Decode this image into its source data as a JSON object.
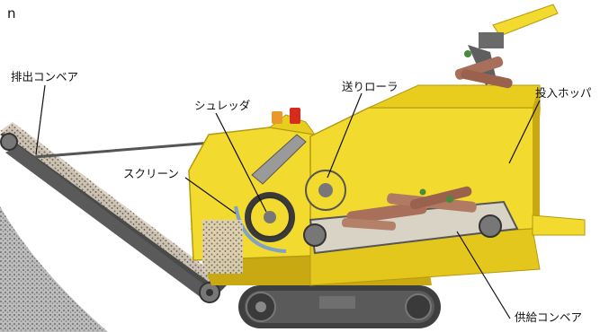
{
  "corner_text": "n",
  "labels": {
    "discharge_conveyor": "排出コンベア",
    "shredder": "シュレッダ",
    "feed_roller": "送りローラ",
    "input_hopper": "投入ホッパ",
    "screen": "スクリーン",
    "supply_conveyor": "供給コンベア"
  },
  "colors": {
    "machine_yellow": "#f2da2e",
    "machine_yellow_dark": "#c9a912",
    "steel_gray": "#6f6f6f",
    "track_dark": "#3f3f3f",
    "wood": "#a8705a",
    "chips": "#8a7a66"
  }
}
